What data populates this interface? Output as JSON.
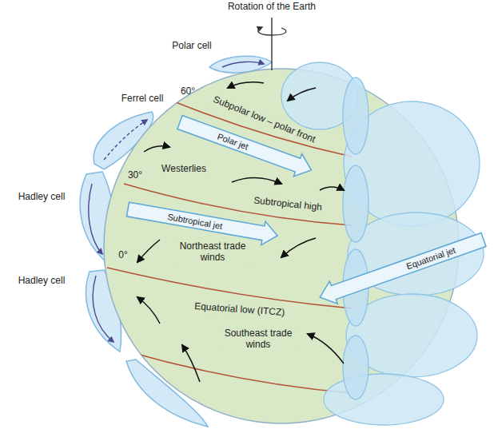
{
  "diagram": {
    "labels": [
      "Rotation of the Earth",
      "Polar cell",
      "Ferrel cell",
      "Hadley cell",
      "Hadley cell",
      "60°",
      "Subpolar low – polar front",
      "Polar jet",
      "30°",
      "Westerlies",
      "Subtropical high",
      "Subtropical jet",
      "Northeast trade winds",
      "0°",
      "Equatorial jet",
      "Equatorial low (ITCZ)",
      "Southeast trade winds"
    ]
  }
}
